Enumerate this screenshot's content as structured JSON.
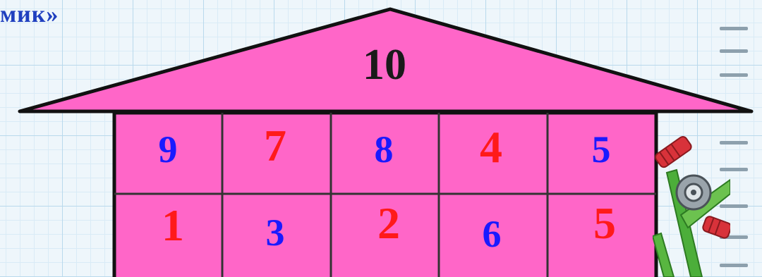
{
  "title": "мик»",
  "roof": {
    "value": "10",
    "color": "#ff66c8"
  },
  "grid": {
    "rows": [
      [
        {
          "value": "9",
          "color": "#1a1aff"
        },
        {
          "value": "7",
          "color": "#ff1a1a"
        },
        {
          "value": "8",
          "color": "#1a1aff"
        },
        {
          "value": "4",
          "color": "#ff1a1a"
        },
        {
          "value": "5",
          "color": "#1a1aff"
        }
      ],
      [
        {
          "value": "1",
          "color": "#ff1a1a"
        },
        {
          "value": "3",
          "color": "#1a1aff"
        },
        {
          "value": "2",
          "color": "#ff1a1a"
        },
        {
          "value": "6",
          "color": "#1a1aff"
        },
        {
          "value": "5",
          "color": "#ff1a1a"
        }
      ]
    ]
  },
  "colors": {
    "wall": "#ff66c8",
    "outline": "#111111",
    "background": "#eef6fb"
  },
  "decorations": [
    "ruler-icon",
    "toy-construction-icon"
  ]
}
